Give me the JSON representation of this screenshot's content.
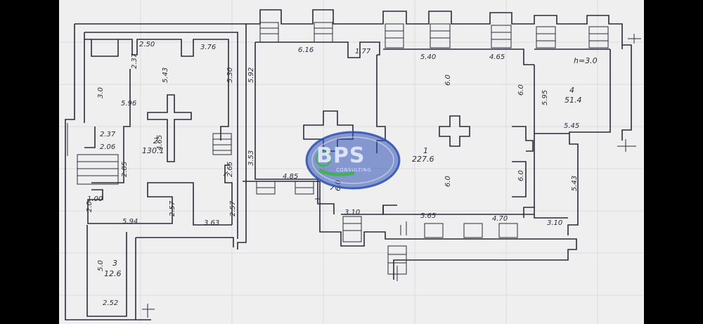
{
  "watermark": {
    "brand": "BPS",
    "sub": "CONSULTING",
    "ring_color": "#2d4fb4",
    "accent_color": "#3cb24a"
  },
  "labels": {
    "l_250": "2.50",
    "l_376": "3.76",
    "l_237": "2.37",
    "l_543": "5.43",
    "l_530": "5.30",
    "l_30": "3.0",
    "l_596": "5.96",
    "l_2_1": "2",
    "l_1301": "130.1",
    "l_465a": "4.65",
    "l_237b": "2.37",
    "l_206": "2.06",
    "l_285": "2.85",
    "l_100": "1.00",
    "l_20": "2.0",
    "l_594": "5.94",
    "l_257a": "2.57",
    "l_363": "3.63",
    "l_257b": "2.57",
    "l_616": "6.16",
    "l_177": "1.77",
    "l_592": "5.92",
    "l_353": "3.53",
    "l_265": "2.65",
    "l_485": "4.85",
    "l_540": "5.40",
    "l_465b": "4.65",
    "l_60a": "6.0",
    "l_60b": "6.0",
    "l_1": "1",
    "l_2276": "227.6",
    "l_60c": "6.0",
    "l_60d": "6.0",
    "l_60e": "6.0",
    "l_310": "3.10",
    "l_565": "5.65",
    "l_470": "4.70",
    "l_h30": "h=3.0",
    "l_4": "4",
    "l_514": "51.4",
    "l_595": "5.95",
    "l_545": "5.45",
    "l_543b": "5.43",
    "l_310b": "3.10",
    "l_3": "3",
    "l_50": "5.0",
    "l_126": "12.6",
    "l_252": "2.52"
  }
}
